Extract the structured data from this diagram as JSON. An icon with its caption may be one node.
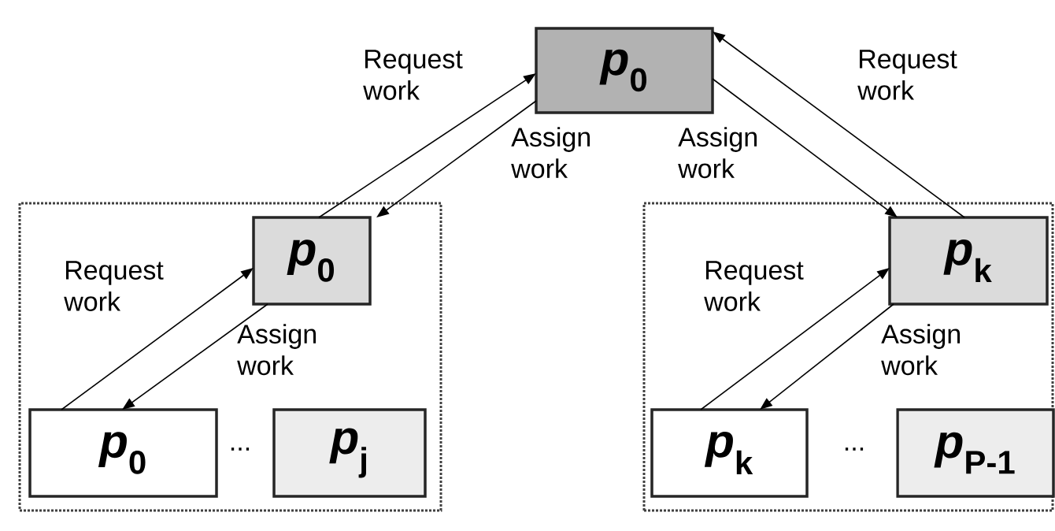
{
  "diagram": {
    "nodes": [
      {
        "text": [
          "*p*$_{0}$"
        ]
      },
      {
        "text": [],
        "shape": "box"
      },
      {
        "text": [
          "*p*$_{0}$"
        ],
        "in": 1
      },
      {
        "text": [
          "*p*$_{0}$"
        ],
        "in": 1
      },
      {
        "text": [
          "*p*$_{j}$"
        ],
        "in": 1
      },
      {
        "text": [],
        "shape": "box"
      },
      {
        "text": [
          "*p*$_{k}$"
        ],
        "in": 5
      },
      {
        "text": [
          "*p*$_{k}$"
        ],
        "in": 5
      },
      {
        "text": [
          "*p*$_{P-1}$"
        ],
        "in": 5
      }
    ],
    "edges": [
      {
        "from": 2,
        "to": 0,
        "arrow": "to",
        "label": "Request work"
      },
      {
        "from": 0,
        "to": 2,
        "arrow": "to",
        "label": "Assign work"
      },
      {
        "from": 3,
        "to": 2,
        "arrow": "to",
        "label": "Request work"
      },
      {
        "from": 2,
        "to": 3,
        "arrow": "to",
        "label": "Assign work"
      },
      {
        "from": 6,
        "to": 0,
        "arrow": "to",
        "label": "Request work"
      },
      {
        "from": 0,
        "to": 6,
        "arrow": "to",
        "label": "Assign work"
      },
      {
        "from": 7,
        "to": 6,
        "arrow": "to",
        "label": "Request work"
      },
      {
        "from": 6,
        "to": 7,
        "arrow": "to",
        "label": "Assign work"
      }
    ],
    "labels": [
      "...",
      "..."
    ]
  }
}
